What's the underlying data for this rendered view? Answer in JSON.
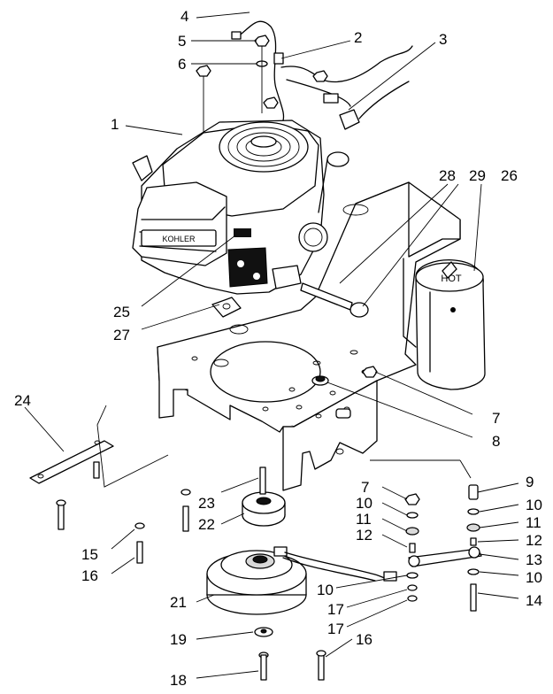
{
  "callouts": [
    {
      "id": "c4",
      "text": "4"
    },
    {
      "id": "c5",
      "text": "5"
    },
    {
      "id": "c2",
      "text": "2"
    },
    {
      "id": "c3",
      "text": "3"
    },
    {
      "id": "c6",
      "text": "6"
    },
    {
      "id": "c1",
      "text": "1"
    },
    {
      "id": "c28",
      "text": "28"
    },
    {
      "id": "c29",
      "text": "29"
    },
    {
      "id": "c26",
      "text": "26"
    },
    {
      "id": "c25",
      "text": "25"
    },
    {
      "id": "c27",
      "text": "27"
    },
    {
      "id": "c24",
      "text": "24"
    },
    {
      "id": "c7a",
      "text": "7"
    },
    {
      "id": "c8",
      "text": "8"
    },
    {
      "id": "c9",
      "text": "9"
    },
    {
      "id": "c10a",
      "text": "10"
    },
    {
      "id": "c11a",
      "text": "11"
    },
    {
      "id": "c12a",
      "text": "12"
    },
    {
      "id": "c13",
      "text": "13"
    },
    {
      "id": "c10b",
      "text": "10"
    },
    {
      "id": "c14",
      "text": "14"
    },
    {
      "id": "c7b",
      "text": "7"
    },
    {
      "id": "c10c",
      "text": "10"
    },
    {
      "id": "c11b",
      "text": "11"
    },
    {
      "id": "c12b",
      "text": "12"
    },
    {
      "id": "c23",
      "text": "23"
    },
    {
      "id": "c22",
      "text": "22"
    },
    {
      "id": "c15",
      "text": "15"
    },
    {
      "id": "c16a",
      "text": "16"
    },
    {
      "id": "c10d",
      "text": "10"
    },
    {
      "id": "c17a",
      "text": "17"
    },
    {
      "id": "c17b",
      "text": "17"
    },
    {
      "id": "c21",
      "text": "21"
    },
    {
      "id": "c19",
      "text": "19"
    },
    {
      "id": "c16b",
      "text": "16"
    },
    {
      "id": "c18",
      "text": "18"
    }
  ],
  "decals": {
    "engine_brand": "KOHLER",
    "muffler_hot": "HOT"
  }
}
